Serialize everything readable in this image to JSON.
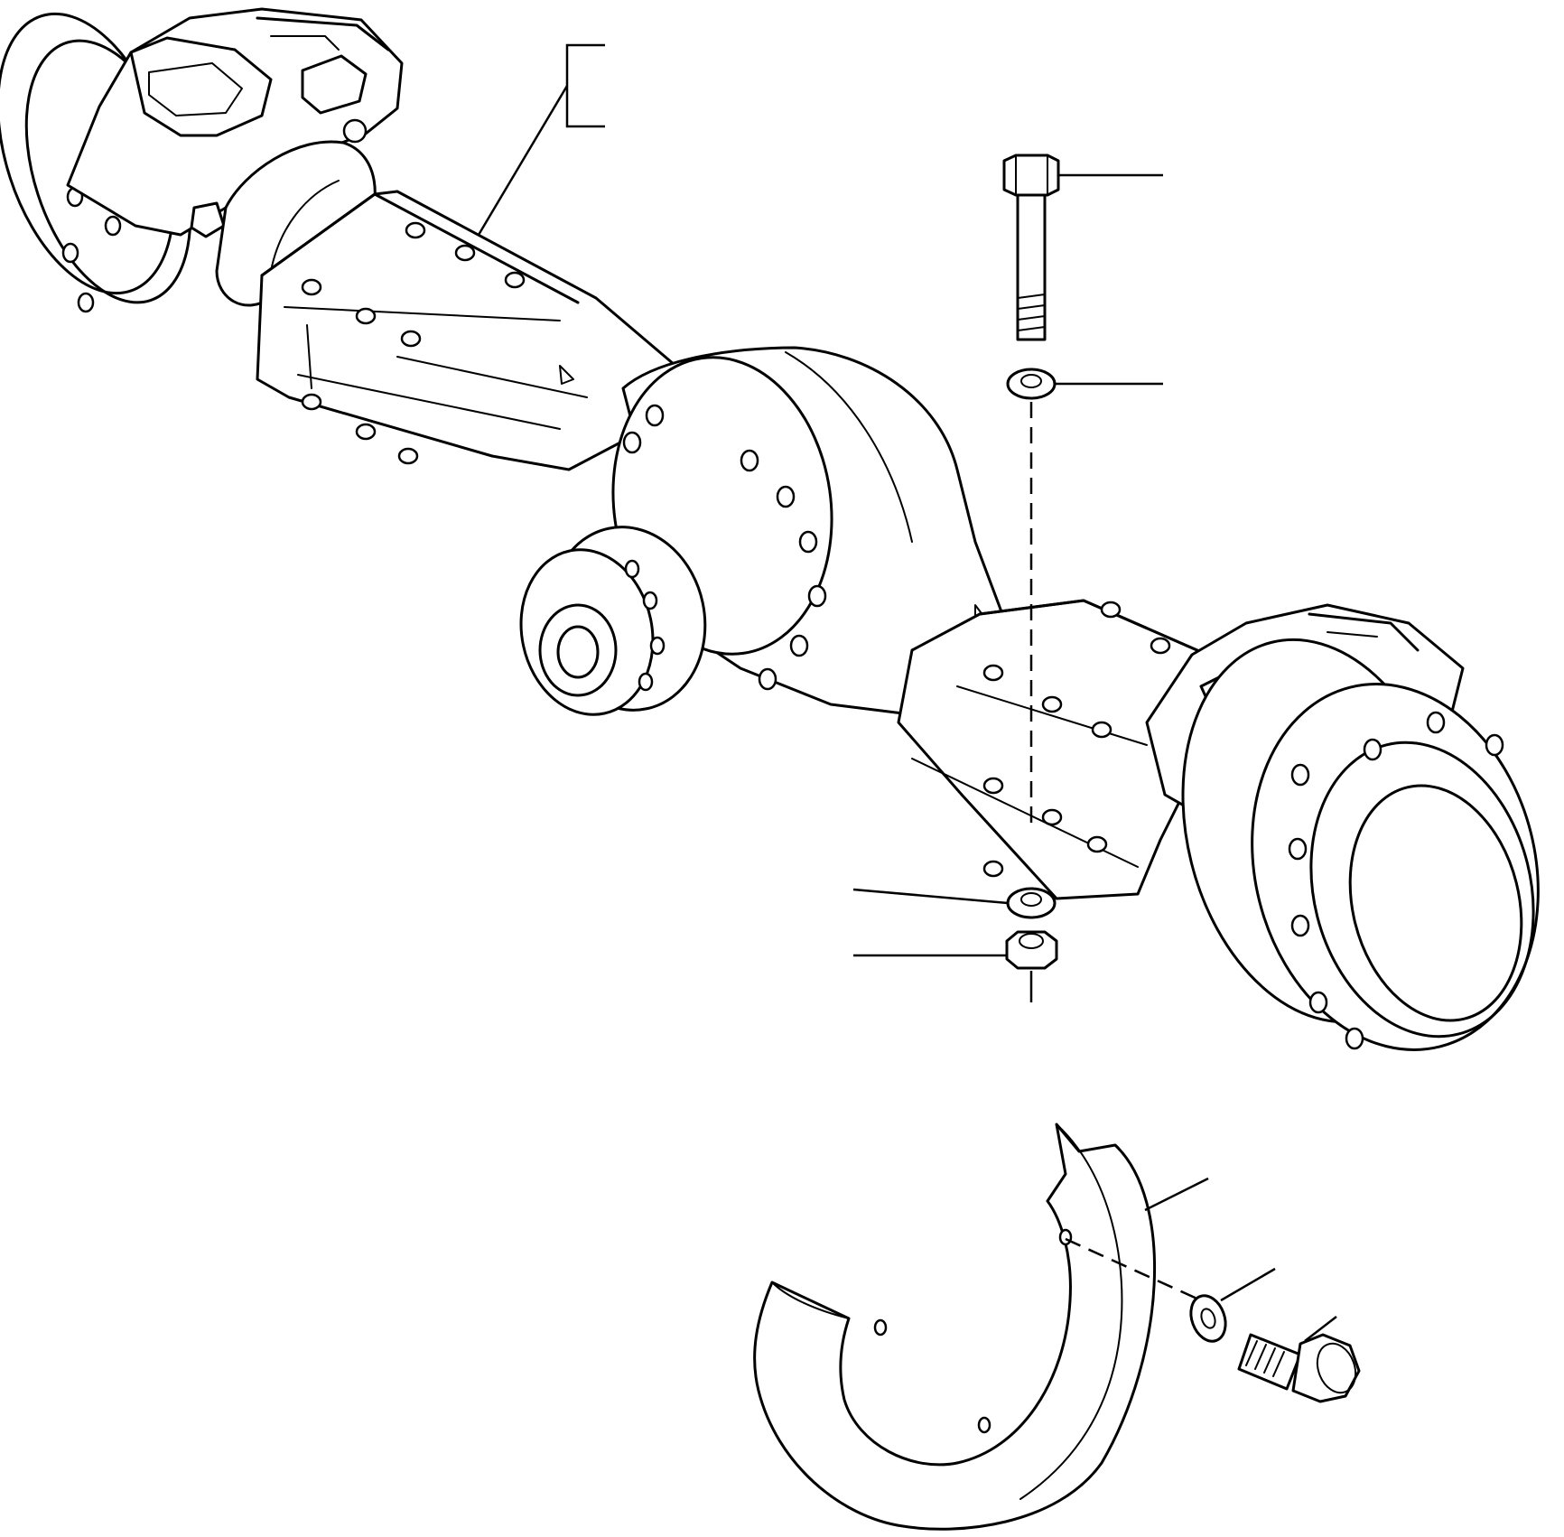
{
  "diagram": {
    "type": "exploded-parts-view",
    "parts": [
      {
        "name": "rear-axle-assembly",
        "callout": ""
      },
      {
        "name": "mounting-bolt",
        "callout": ""
      },
      {
        "name": "upper-washer",
        "callout": ""
      },
      {
        "name": "lower-washer",
        "callout": ""
      },
      {
        "name": "lock-nut",
        "callout": ""
      },
      {
        "name": "brake-shield",
        "callout": ""
      },
      {
        "name": "lock-washer",
        "callout": ""
      },
      {
        "name": "cap-screw",
        "callout": ""
      }
    ],
    "colors": {
      "ink": "#000000",
      "paper": "#ffffff"
    }
  }
}
